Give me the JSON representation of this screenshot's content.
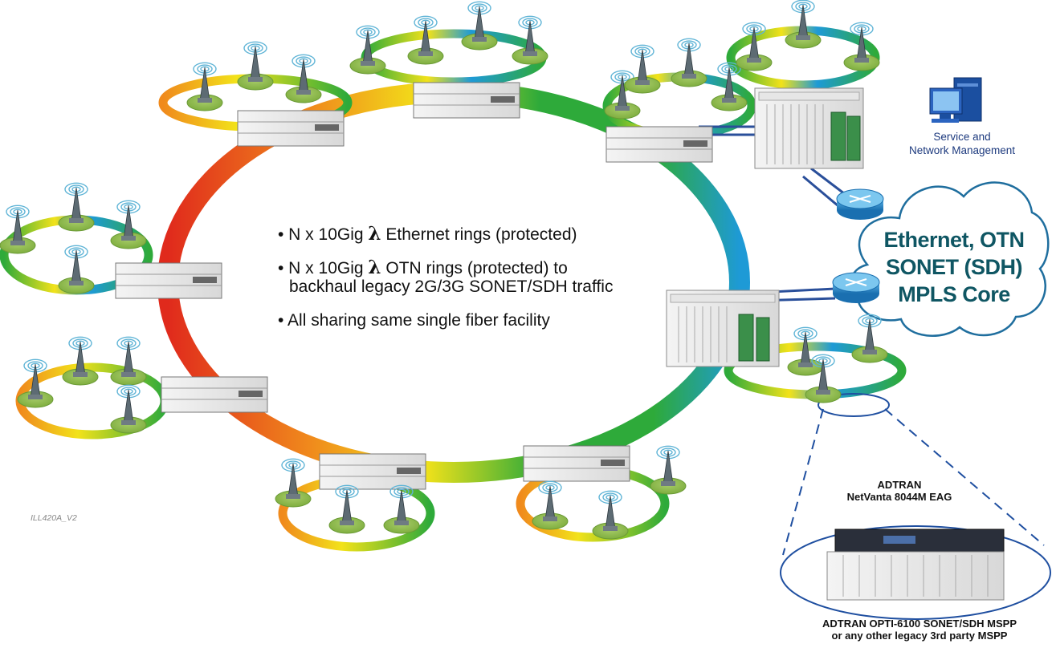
{
  "bullets": [
    {
      "pre": "• N x 10Gig ",
      "symbol": "λ",
      "post": " Ethernet rings (protected)"
    },
    {
      "pre": "• N x 10Gig ",
      "symbol": "λ",
      "post": " OTN rings (protected) to",
      "line2": "backhaul legacy 2G/3G SONET/SDH traffic"
    },
    {
      "pre": "• All sharing same single fiber facility"
    }
  ],
  "management": {
    "line1": "Service and",
    "line2": "Network Management"
  },
  "core": {
    "line1": "Ethernet, OTN",
    "line2": "SONET (SDH)",
    "line3": "MPLS Core"
  },
  "eag_label": {
    "line1": "ADTRAN",
    "line2": "NetVanta 8044M EAG"
  },
  "mspp_label": {
    "line1": "ADTRAN OPTI-6100 SONET/SDH MSPP",
    "line2": "or any other legacy 3rd party MSPP"
  },
  "illustration_code": "ILL420A_V2",
  "colors": {
    "ring_red": "#e02a1c",
    "ring_orange": "#f08a1c",
    "ring_yellow": "#f2e21a",
    "ring_green": "#2eaa3a",
    "ring_blue": "#1e9ad6",
    "core_cloud_stroke": "#1f6e9e",
    "core_text": "#0f5663",
    "router": "#1f8fd0",
    "link": "#2a4f9a"
  }
}
